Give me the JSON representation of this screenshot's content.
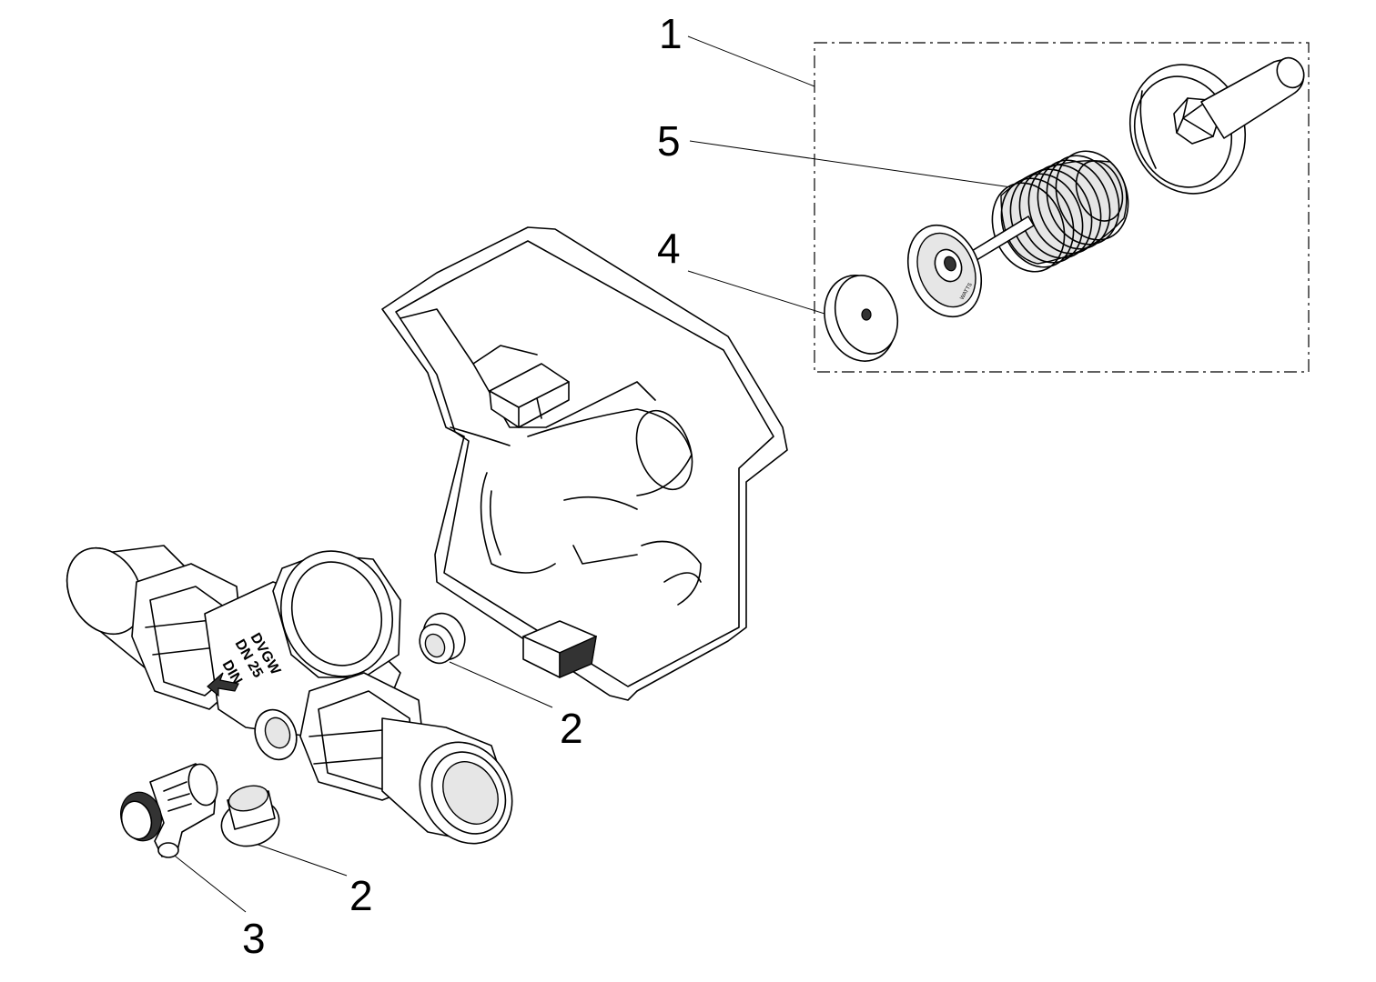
{
  "diagram": {
    "callouts": [
      {
        "id": "callout-1",
        "label": "1"
      },
      {
        "id": "callout-5",
        "label": "5"
      },
      {
        "id": "callout-4",
        "label": "4"
      },
      {
        "id": "callout-2a",
        "label": "2"
      },
      {
        "id": "callout-2b",
        "label": "2"
      },
      {
        "id": "callout-3",
        "label": "3"
      }
    ],
    "valve_markings": {
      "line1": "DVGW",
      "line2": "DN 25",
      "line3": "DIN"
    },
    "spring_seat_marking": "WATTS",
    "colors": {
      "line": "#000000",
      "background": "#ffffff",
      "shading": "#e6e6e6"
    }
  }
}
